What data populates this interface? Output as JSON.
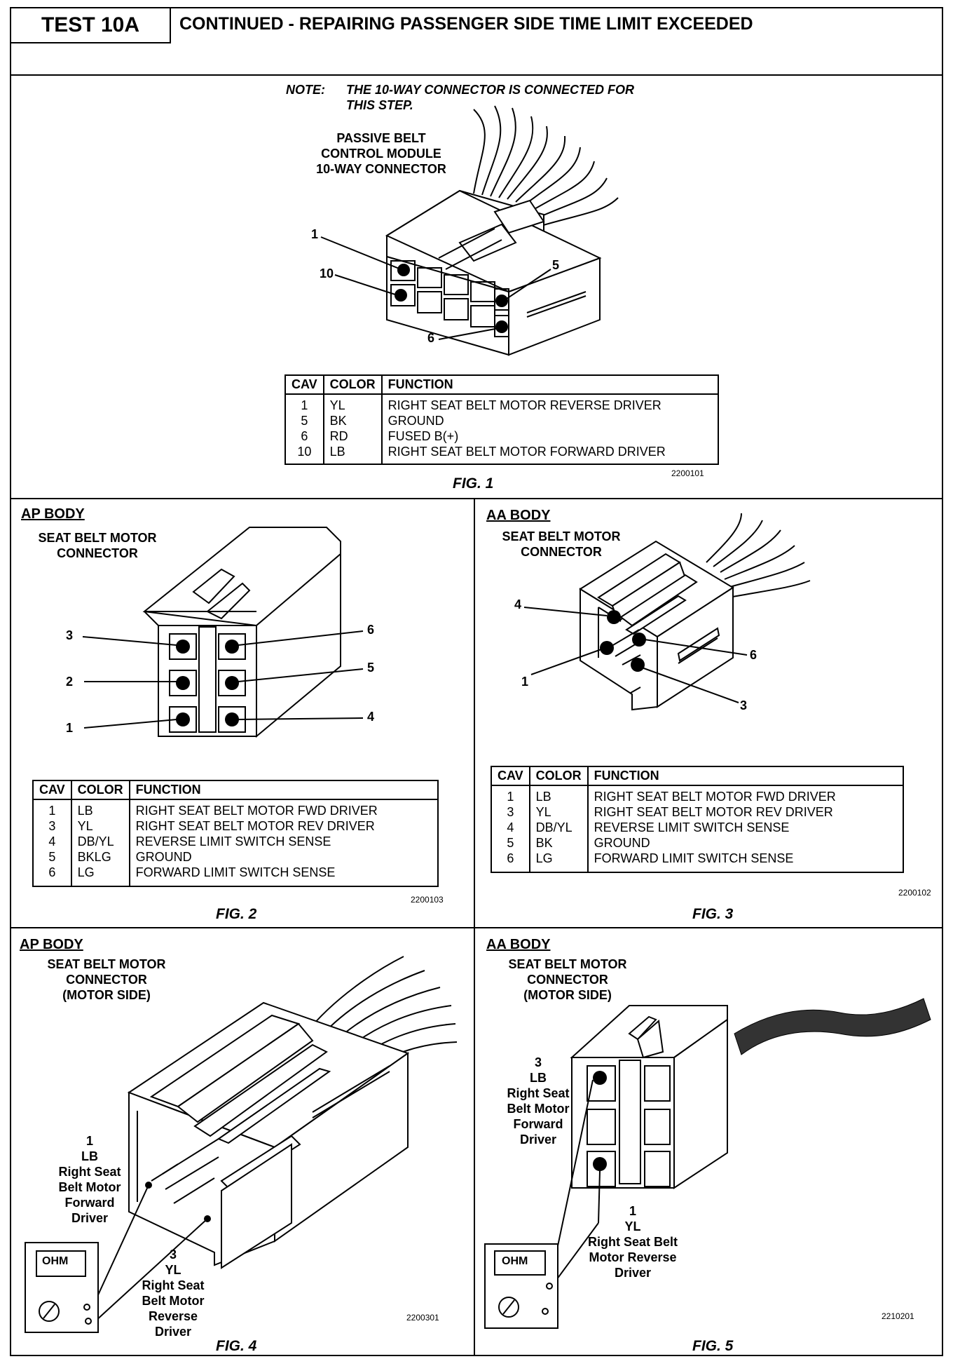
{
  "header": {
    "test_id": "TEST 10A",
    "title": "CONTINUED -  REPAIRING PASSENGER SIDE TIME LIMIT EXCEEDED"
  },
  "fig1": {
    "note_prefix": "NOTE:",
    "note_line1": "THE 10-WAY CONNECTOR IS CONNECTED FOR",
    "note_line2": "THIS STEP.",
    "label_line1": "PASSIVE BELT",
    "label_line2": "CONTROL MODULE",
    "label_line3": "10-WAY CONNECTOR",
    "pins": {
      "p1": "1",
      "p10": "10",
      "p5": "5",
      "p6": "6"
    },
    "table": {
      "headers": [
        "CAV",
        "COLOR",
        "FUNCTION"
      ],
      "rows": [
        [
          "1",
          "YL",
          "RIGHT SEAT BELT MOTOR REVERSE DRIVER"
        ],
        [
          "5",
          "BK",
          "GROUND"
        ],
        [
          "6",
          "RD",
          "FUSED B(+)"
        ],
        [
          "10",
          "LB",
          "RIGHT SEAT BELT MOTOR FORWARD DRIVER"
        ]
      ]
    },
    "code": "2200101",
    "caption": "FIG. 1"
  },
  "fig2": {
    "body": "AP BODY",
    "label_line1": "SEAT BELT MOTOR",
    "label_line2": "CONNECTOR",
    "pins": {
      "p3": "3",
      "p2": "2",
      "p1": "1",
      "p6": "6",
      "p5": "5",
      "p4": "4"
    },
    "table": {
      "headers": [
        "CAV",
        "COLOR",
        "FUNCTION"
      ],
      "rows": [
        [
          "1",
          "LB",
          "RIGHT SEAT BELT MOTOR FWD DRIVER"
        ],
        [
          "3",
          "YL",
          "RIGHT SEAT BELT MOTOR REV DRIVER"
        ],
        [
          "4",
          "DB/YL",
          "REVERSE LIMIT SWITCH SENSE"
        ],
        [
          "5",
          "BKLG",
          "GROUND"
        ],
        [
          "6",
          "LG",
          "FORWARD LIMIT SWITCH SENSE"
        ]
      ]
    },
    "code": "2200103",
    "caption": "FIG. 2"
  },
  "fig3": {
    "body": "AA BODY",
    "label_line1": "SEAT BELT MOTOR",
    "label_line2": "CONNECTOR",
    "pins": {
      "p4": "4",
      "p1": "1",
      "p6": "6",
      "p3": "3"
    },
    "table": {
      "headers": [
        "CAV",
        "COLOR",
        "FUNCTION"
      ],
      "rows": [
        [
          "1",
          "LB",
          "RIGHT SEAT BELT MOTOR FWD DRIVER"
        ],
        [
          "3",
          "YL",
          "RIGHT SEAT BELT MOTOR REV DRIVER"
        ],
        [
          "4",
          "DB/YL",
          "REVERSE LIMIT SWITCH SENSE"
        ],
        [
          "5",
          "BK",
          "GROUND"
        ],
        [
          "6",
          "LG",
          "FORWARD LIMIT SWITCH SENSE"
        ]
      ]
    },
    "code": "2200102",
    "caption": "FIG. 3"
  },
  "fig4": {
    "body": "AP BODY",
    "label_line1": "SEAT BELT MOTOR",
    "label_line2": "CONNECTOR",
    "label_line3": "(MOTOR SIDE)",
    "callout_a": [
      "1",
      "LB",
      "Right Seat",
      "Belt Motor",
      "Forward",
      "Driver"
    ],
    "callout_b": [
      "3",
      "YL",
      "Right Seat",
      "Belt Motor",
      "Reverse",
      "Driver"
    ],
    "meter_text": "OHM",
    "code": "2200301",
    "caption": "FIG. 4"
  },
  "fig5": {
    "body": "AA BODY",
    "label_line1": "SEAT BELT MOTOR",
    "label_line2": "CONNECTOR",
    "label_line3": "(MOTOR SIDE)",
    "callout_a": [
      "3",
      "LB",
      "Right Seat",
      "Belt Motor",
      "Forward",
      "Driver"
    ],
    "callout_b": [
      "1",
      "YL",
      "Right Seat Belt",
      "Motor Reverse",
      "Driver"
    ],
    "meter_text": "OHM",
    "code": "2210201",
    "caption": "FIG. 5"
  }
}
